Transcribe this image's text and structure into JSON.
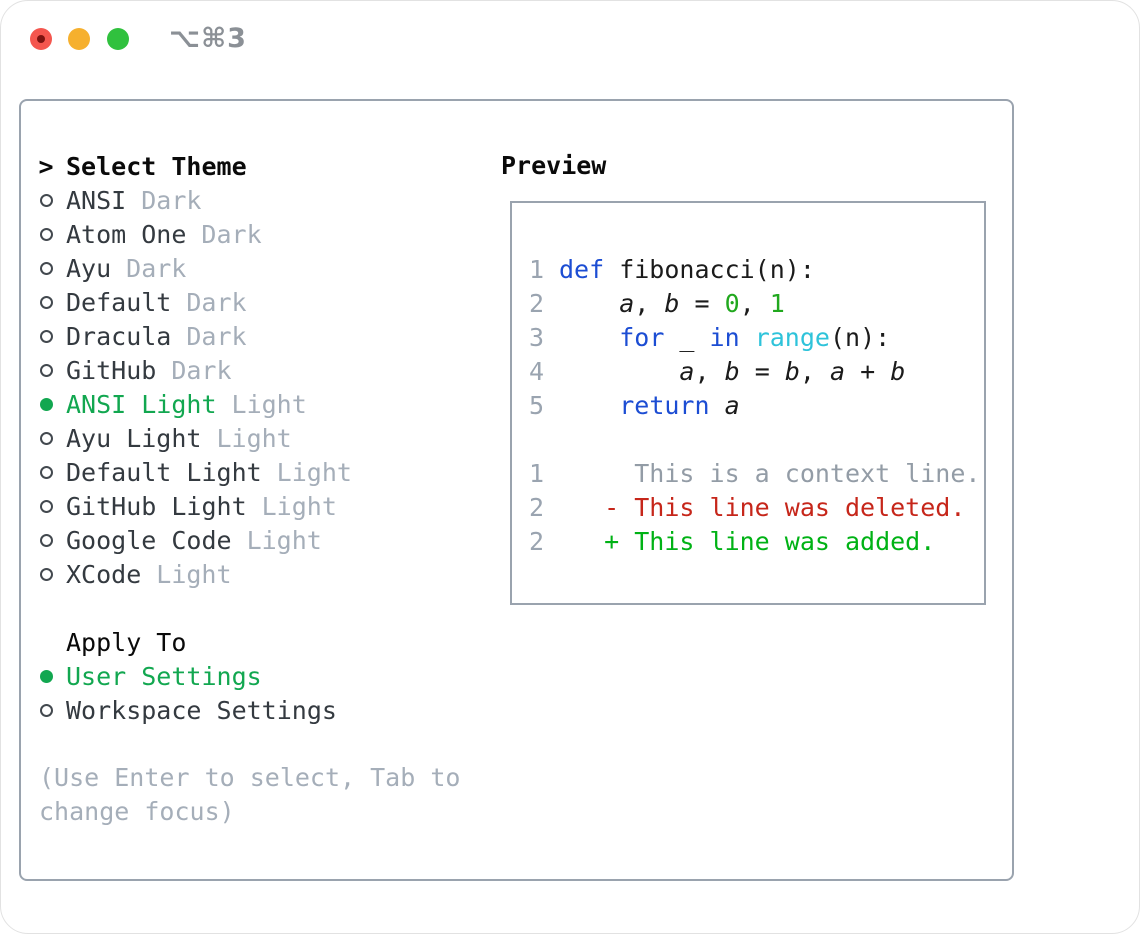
{
  "window": {
    "shortcut": "⌥⌘3"
  },
  "colors": {
    "selected_green": "#12a750",
    "keyword_blue": "#1c4dd3",
    "builtin_cyan": "#2ec3da",
    "number_green": "#21a81e",
    "added_green": "#00b215",
    "deleted_red": "#c6261a",
    "muted_gray": "#a5aeb9",
    "context_gray": "#939ca6",
    "line_number_gray": "#9aa4b0",
    "text_dark": "#343a40",
    "heading_black": "#0a0a0a",
    "border_gray": "#9aa3ae",
    "traffic_red": "#f4564e",
    "traffic_red_dot": "#7c1310",
    "traffic_yellow": "#f6b02e",
    "traffic_green": "#30c13e",
    "shortcut_gray": "#8b9096",
    "code_text": "#1b1b1b"
  },
  "theme_panel": {
    "title_prefix": ">",
    "title": "Select Theme",
    "items": [
      {
        "name": "ANSI",
        "variant": "Dark",
        "selected": false
      },
      {
        "name": "Atom One",
        "variant": "Dark",
        "selected": false
      },
      {
        "name": "Ayu",
        "variant": "Dark",
        "selected": false
      },
      {
        "name": "Default",
        "variant": "Dark",
        "selected": false
      },
      {
        "name": "Dracula",
        "variant": "Dark",
        "selected": false
      },
      {
        "name": "GitHub",
        "variant": "Dark",
        "selected": false
      },
      {
        "name": "ANSI Light",
        "variant": "Light",
        "selected": true
      },
      {
        "name": "Ayu Light",
        "variant": "Light",
        "selected": false
      },
      {
        "name": "Default Light",
        "variant": "Light",
        "selected": false
      },
      {
        "name": "GitHub Light",
        "variant": "Light",
        "selected": false
      },
      {
        "name": "Google Code",
        "variant": "Light",
        "selected": false
      },
      {
        "name": "XCode",
        "variant": "Light",
        "selected": false
      }
    ],
    "apply_to": {
      "title": "Apply To",
      "options": [
        {
          "label": "User Settings",
          "selected": true
        },
        {
          "label": "Workspace Settings",
          "selected": false
        }
      ]
    },
    "hint": "(Use Enter to select, Tab to change focus)"
  },
  "preview": {
    "title": "Preview",
    "code_lines": [
      {
        "num": "1",
        "tokens": [
          {
            "t": "def",
            "c": "kw"
          },
          {
            "t": " fibonacci(n):",
            "c": "fg"
          }
        ]
      },
      {
        "num": "2",
        "tokens": [
          {
            "t": "    ",
            "c": "fg"
          },
          {
            "t": "a",
            "c": "var"
          },
          {
            "t": ", ",
            "c": "fg"
          },
          {
            "t": "b",
            "c": "var"
          },
          {
            "t": " = ",
            "c": "fg"
          },
          {
            "t": "0",
            "c": "num"
          },
          {
            "t": ", ",
            "c": "fg"
          },
          {
            "t": "1",
            "c": "num"
          }
        ]
      },
      {
        "num": "3",
        "tokens": [
          {
            "t": "    ",
            "c": "fg"
          },
          {
            "t": "for",
            "c": "kw"
          },
          {
            "t": " _ ",
            "c": "fg"
          },
          {
            "t": "in",
            "c": "kw"
          },
          {
            "t": " ",
            "c": "fg"
          },
          {
            "t": "range",
            "c": "fn"
          },
          {
            "t": "(n):",
            "c": "fg"
          }
        ]
      },
      {
        "num": "4",
        "tokens": [
          {
            "t": "        ",
            "c": "fg"
          },
          {
            "t": "a",
            "c": "var"
          },
          {
            "t": ", ",
            "c": "fg"
          },
          {
            "t": "b",
            "c": "var"
          },
          {
            "t": " = ",
            "c": "fg"
          },
          {
            "t": "b",
            "c": "var"
          },
          {
            "t": ", ",
            "c": "fg"
          },
          {
            "t": "a",
            "c": "var"
          },
          {
            "t": " + ",
            "c": "fg"
          },
          {
            "t": "b",
            "c": "var"
          }
        ]
      },
      {
        "num": "5",
        "tokens": [
          {
            "t": "    ",
            "c": "fg"
          },
          {
            "t": "return",
            "c": "kw"
          },
          {
            "t": " ",
            "c": "fg"
          },
          {
            "t": "a",
            "c": "var"
          }
        ]
      },
      {
        "num": "",
        "tokens": []
      },
      {
        "num": "1",
        "tokens": [
          {
            "t": "     This is a context line.",
            "c": "ctx"
          }
        ]
      },
      {
        "num": "2",
        "tokens": [
          {
            "t": "   - This line was deleted.",
            "c": "del"
          }
        ]
      },
      {
        "num": "2",
        "tokens": [
          {
            "t": "   + This line was added.",
            "c": "add"
          }
        ]
      }
    ]
  }
}
